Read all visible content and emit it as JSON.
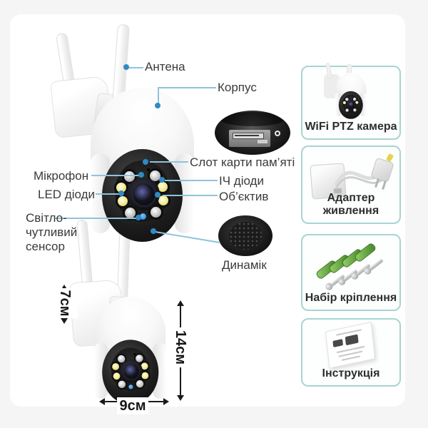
{
  "product": {
    "callouts": {
      "antenna": "Антена",
      "body": "Корпус",
      "memory_slot": "Слот карти пам’яті",
      "ir_diodes": "ІЧ діоди",
      "lens": "Об’єктив",
      "microphone": "Мікрофон",
      "led_diodes": "LED діоди",
      "light_sensor_line1": "Світло-",
      "light_sensor_line2": "чутливий",
      "light_sensor_line3": "сенсор",
      "speaker": "Динамік"
    },
    "dimensions": {
      "bracket_height": "7см",
      "total_height": "14см",
      "width": "9см"
    },
    "package_items": [
      {
        "label": "WiFi PTZ камера"
      },
      {
        "label": "Адаптер живлення"
      },
      {
        "label": "Набір кріплення"
      },
      {
        "label": "Інструкція"
      }
    ]
  },
  "colors": {
    "callout_dot": "#2f8ac5",
    "callout_line": "#8fc3dc",
    "card_border": "#a8d4d1",
    "label_text": "#3a3a3a",
    "anchor_green": "#4f8f2f",
    "led_yellow": "#f2ea92",
    "status_led_blue": "#1e79cf"
  }
}
